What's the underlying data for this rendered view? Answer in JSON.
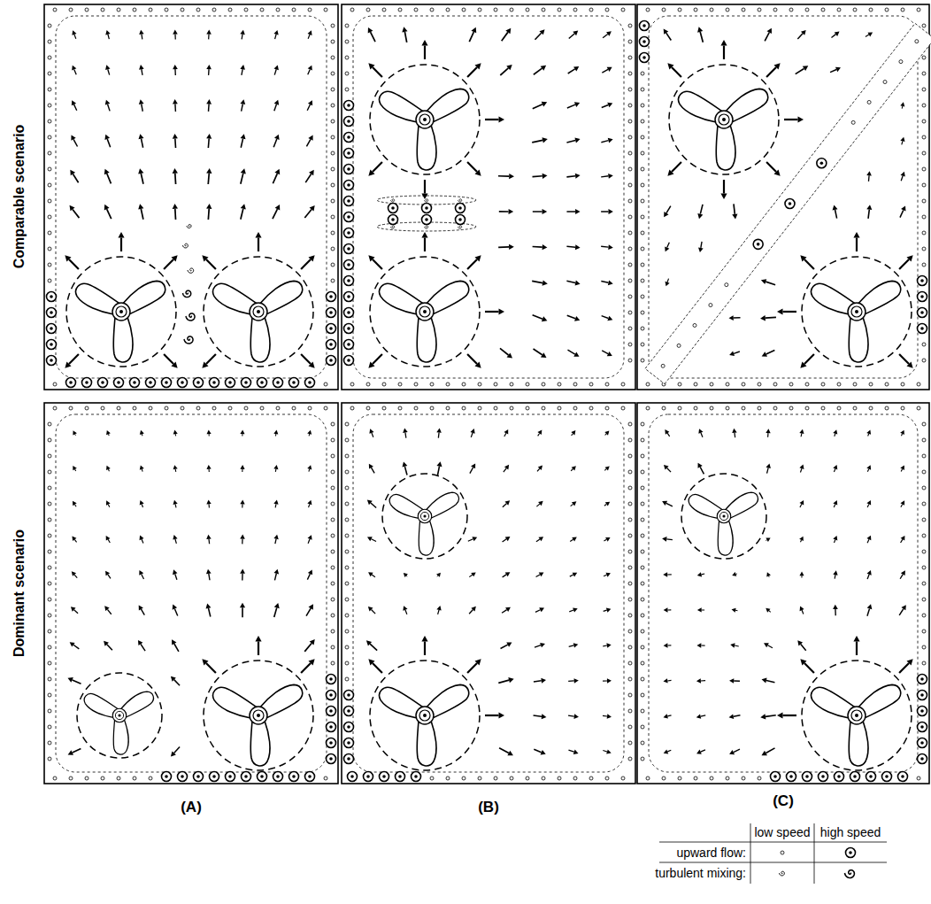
{
  "diagram": {
    "labels": [
      "Comparable scenario",
      "Dominant scenario",
      "(A)",
      "(B)",
      "(C)",
      "low speed",
      "high speed"
    ],
    "legend": [
      {
        "text": "upward flow:"
      },
      {
        "text": "turbulent mixing:"
      }
    ]
  }
}
